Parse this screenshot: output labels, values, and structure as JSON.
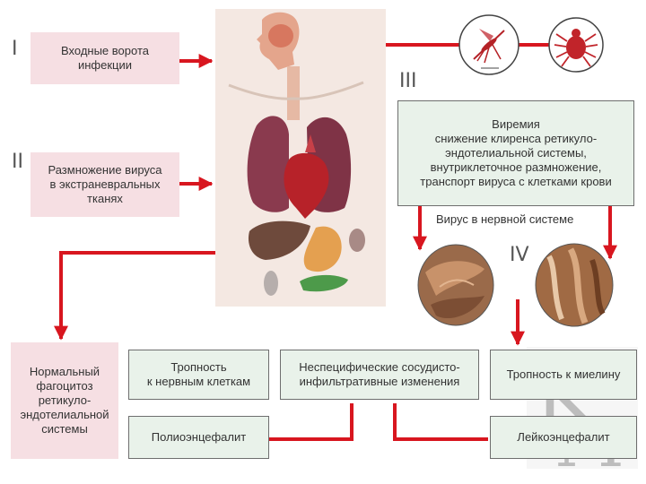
{
  "stages": {
    "i": "I",
    "ii": "II",
    "iii": "III",
    "iv": "IV"
  },
  "boxes": {
    "entry_gate": [
      "Входные ворота",
      "инфекции"
    ],
    "extraneural": [
      "Размножение вируса",
      "в экстраневральных",
      "тканях"
    ],
    "viremia": [
      "Виремия",
      "снижение клиренса ретикуло-",
      "эндотелиальной системы,",
      "внутриклеточное размножение,",
      "транспорт вируса с клетками крови"
    ],
    "virus_in_ns": "Вирус в нервной системе",
    "normal_phagocytosis": [
      "Нормальный",
      "фагоцитоз",
      "ретикуло-",
      "эндотелиальной",
      "системы"
    ],
    "tropism_neurons": [
      "Тропность",
      "к нервным клеткам"
    ],
    "nonspecific": [
      "Неспецифические сосудисто-",
      "инфильтративные изменения"
    ],
    "tropism_myelin": "Тропность к миелину",
    "polioencephalitis": "Полиоэнцефалит",
    "leukoencephalitis": "Лейкоэнцефалит"
  },
  "colors": {
    "arrow": "#d8161f",
    "pink_box": "#f6dfe3",
    "green_box": "#e9f2ea"
  },
  "icons": [
    "mosquito-icon",
    "tick-icon",
    "brain-tissue-icon",
    "myelin-tissue-icon",
    "anatomy-illustration",
    "km-watermark-logo"
  ]
}
